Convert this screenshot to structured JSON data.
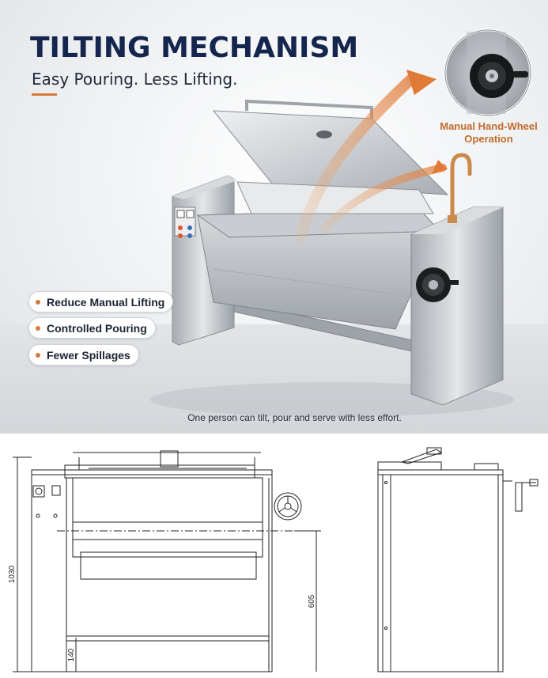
{
  "header": {
    "title": "TILTING MECHANISM",
    "subtitle": "Easy Pouring. Less Lifting."
  },
  "callout": {
    "line1": "Manual Hand-Wheel",
    "line2": "Operation"
  },
  "features": [
    {
      "label": "Reduce Manual Lifting"
    },
    {
      "label": "Controlled Pouring"
    },
    {
      "label": "Fewer Spillages"
    }
  ],
  "caption": "One person can tilt, pour and serve with less effort.",
  "drawing": {
    "dim_height_total": "1030",
    "dim_pivot_height": "605",
    "dim_clearance": "140"
  },
  "colors": {
    "title": "#14264d",
    "accent": "#d47a3c",
    "steel": "#b8bcc2",
    "line": "#222222"
  },
  "icons": [
    "hand-wheel-icon",
    "faucet-icon",
    "bullet-dot-icon",
    "arrow-icon"
  ]
}
